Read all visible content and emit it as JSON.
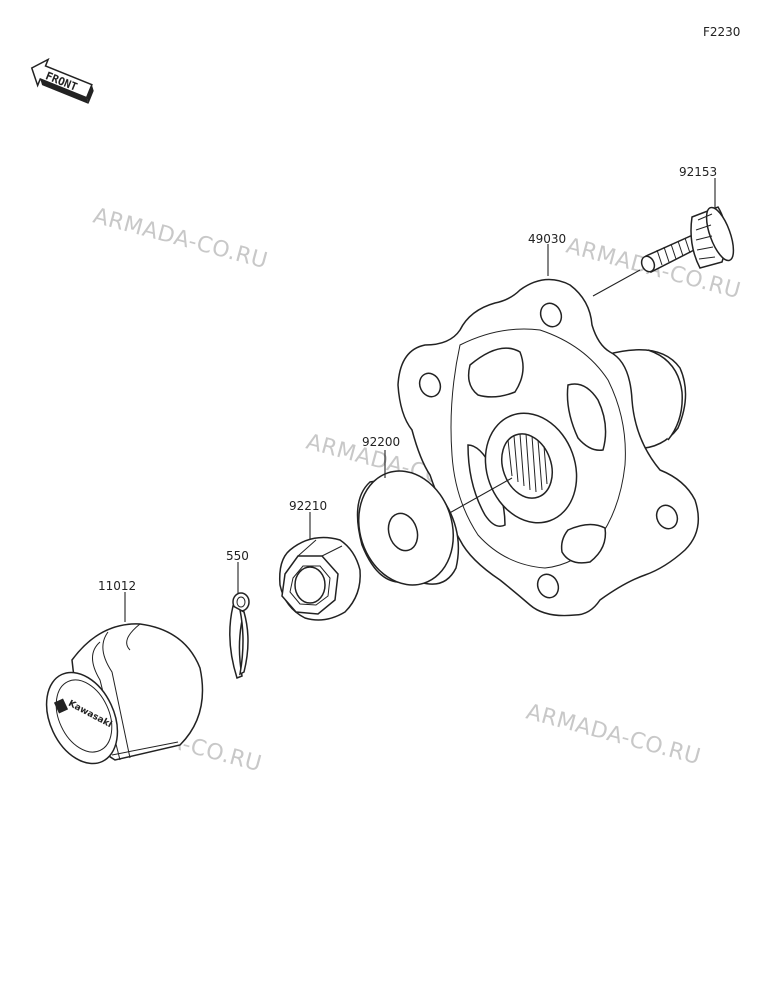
{
  "figure_code": "F2230",
  "front_label": "FRONT",
  "brand_text": "Kawasaki",
  "watermark_text": "ARMADA-CO.RU",
  "parts": [
    {
      "id": "92153"
    },
    {
      "id": "49030"
    },
    {
      "id": "92200"
    },
    {
      "id": "92210"
    },
    {
      "id": "550"
    },
    {
      "id": "11012"
    }
  ]
}
